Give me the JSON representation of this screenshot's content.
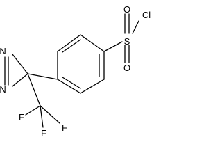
{
  "molecule": {
    "atoms": {
      "n1": "N",
      "n2": "N",
      "s": "S",
      "o1": "O",
      "o2": "O",
      "cl": "Cl",
      "f1": "F",
      "f2": "F",
      "f3": "F"
    }
  },
  "colors": {
    "bond": "#000000",
    "label": "#000000",
    "background": "#ffffff"
  }
}
